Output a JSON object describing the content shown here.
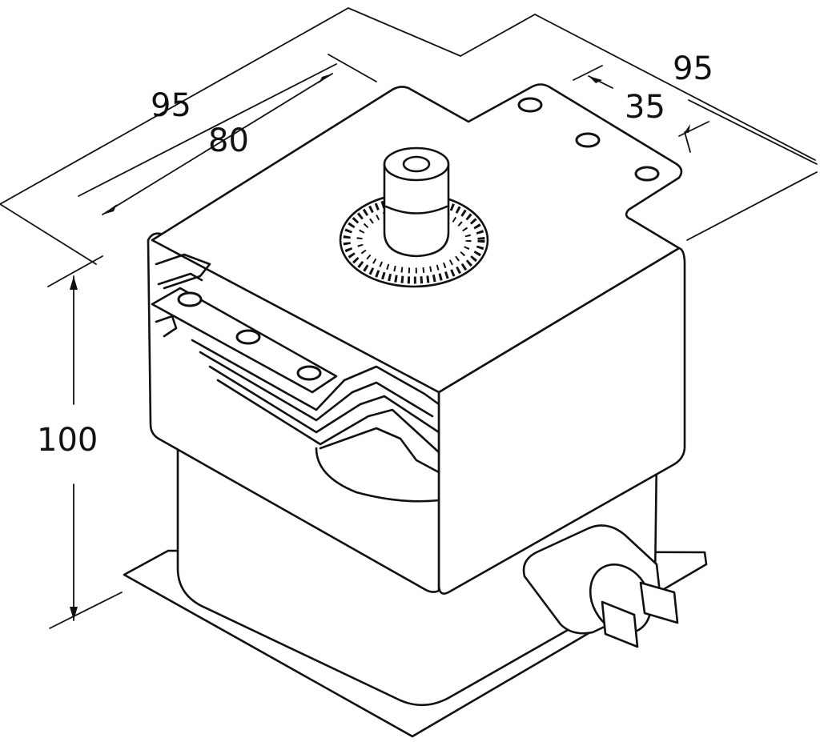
{
  "dimensions": {
    "width_outer_left": "95",
    "width_inner_left": "80",
    "depth_outer_right": "95",
    "depth_inner_right": "35",
    "height": "100"
  }
}
